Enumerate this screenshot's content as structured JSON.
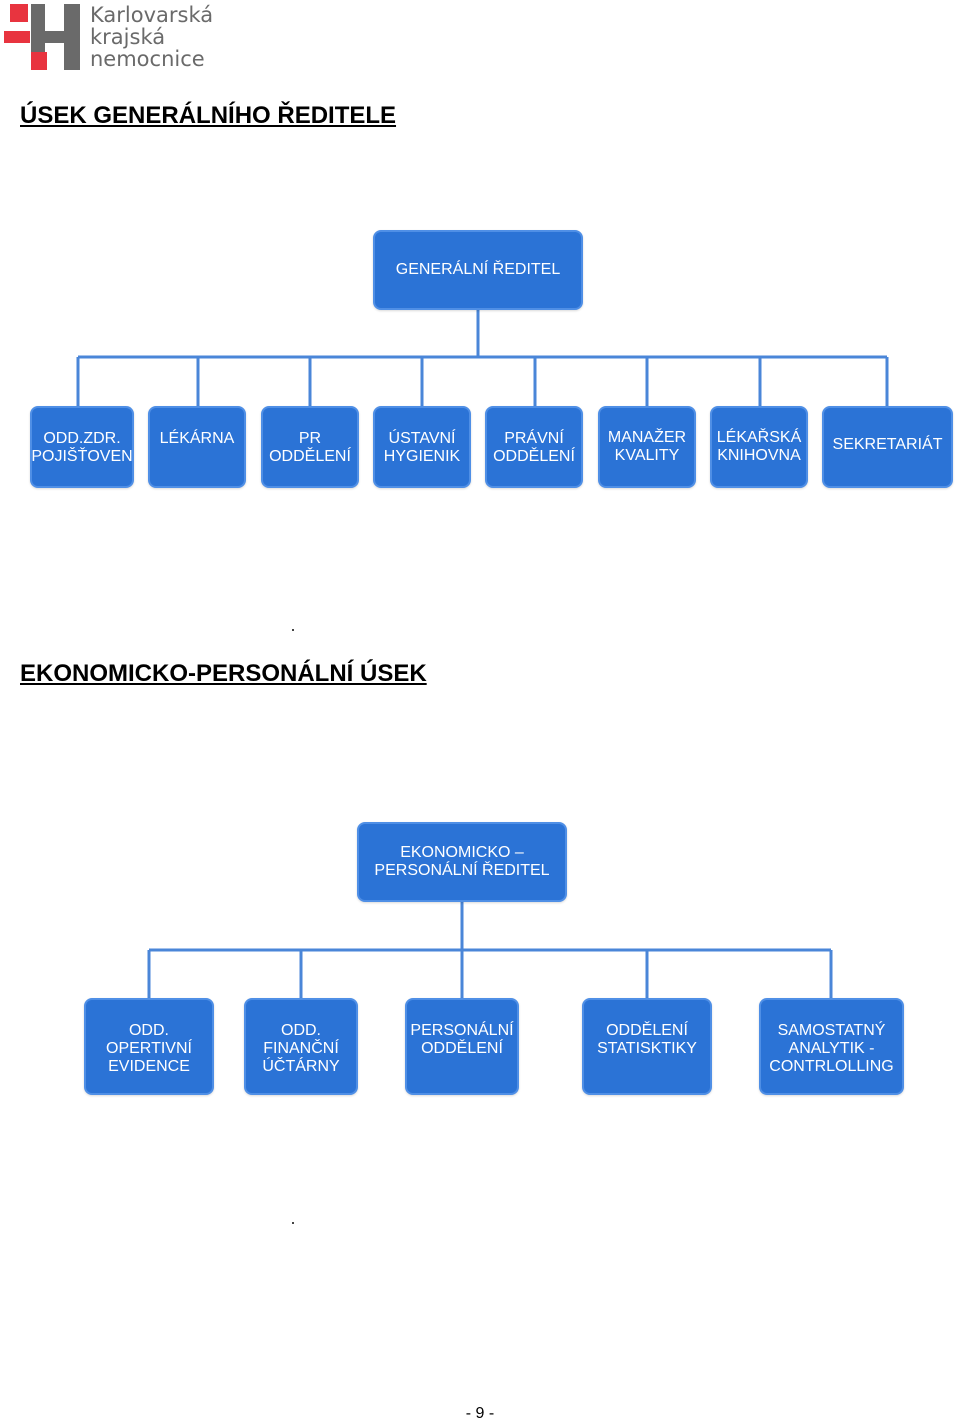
{
  "logo": {
    "line1": "Karlovarská",
    "line2": "krajská",
    "line3": "nemocnice",
    "colors": {
      "red": "#e8343f",
      "gray": "#6a6a6a"
    }
  },
  "section1": {
    "title": "ÚSEK GENERÁLNÍHO ŘEDITELE",
    "root": "GENERÁLNÍ ŘEDITEL",
    "children": [
      "ODD.ZDR.\nPOJIŠŤOVEN",
      "LÉKÁRNA",
      "PR\nODDĚLENÍ",
      "ÚSTAVNÍ\nHYGIENIK",
      "PRÁVNÍ\nODDĚLENÍ",
      "MANAŽER\nKVALITY",
      "LÉKAŘSKÁ\nKNIHOVNA",
      "SEKRETARIÁT"
    ]
  },
  "section2": {
    "title": "EKONOMICKO-PERSONÁLNÍ ÚSEK",
    "root": "EKONOMICKO –\nPERSONÁLNÍ ŘEDITEL",
    "children": [
      "ODD.\nOPERTIVNÍ\nEVIDENCE",
      "ODD.\nFINANČNÍ\nÚČTÁRNY",
      "PERSONÁLNÍ\nODDĚLENÍ",
      "ODDĚLENÍ\nSTATISKTIKY",
      "SAMOSTATNÝ\nANALYTIK -\nCONTRLOLLING"
    ]
  },
  "footer": {
    "page": "- 9 -"
  },
  "colors": {
    "box_fill": "#2b73d6",
    "box_border": "#4f8fe6",
    "connector": "#4a86d8"
  }
}
